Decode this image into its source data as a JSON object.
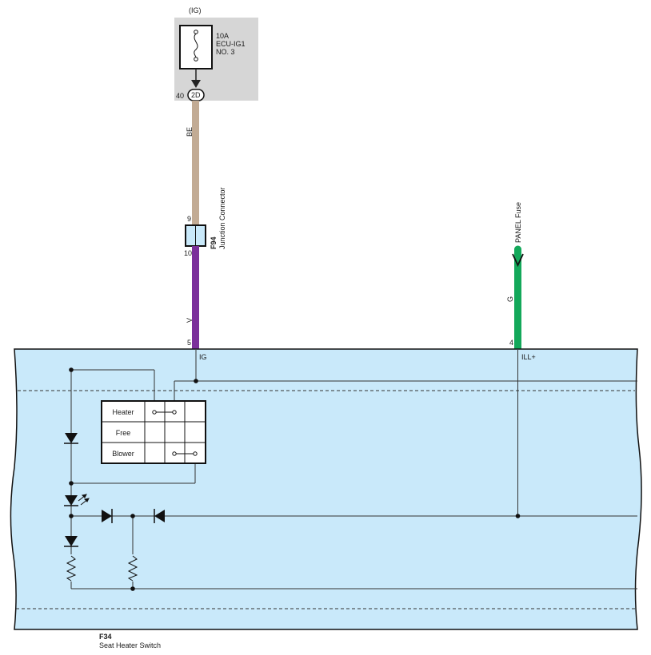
{
  "fuse": {
    "power_source": "(IG)",
    "rating": "10A",
    "name": "ECU-IG1",
    "number": "NO. 3",
    "pin": "40",
    "connector": "2D"
  },
  "wires": {
    "upper_color": "BE",
    "lower_color": "V",
    "right_color": "G",
    "upper_hex": "#c2ab94",
    "lower_hex": "#7b2f9b",
    "right_hex": "#13a85a"
  },
  "junction": {
    "code": "F94",
    "name": "Junction Connector",
    "pin_in": "9",
    "pin_out": "10"
  },
  "panel_fuse": {
    "label": "PANEL Fuse"
  },
  "switch_module": {
    "code": "F34",
    "name": "Seat Heater Switch",
    "pin_ig": "5",
    "terminal_ig": "IG",
    "pin_ill": "4",
    "terminal_ill": "ILL+",
    "fill_hex": "#c9e9fa"
  },
  "positions": [
    {
      "label": "Heater"
    },
    {
      "label": "Free"
    },
    {
      "label": "Blower"
    }
  ]
}
